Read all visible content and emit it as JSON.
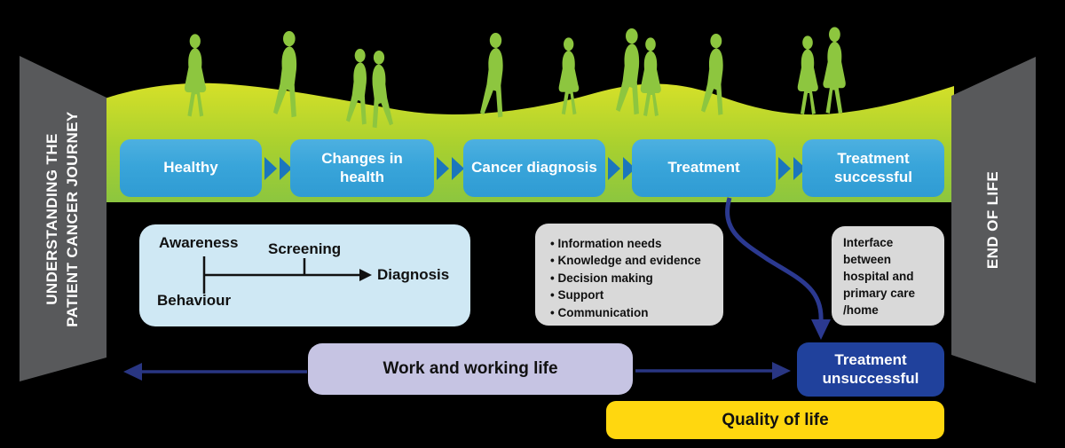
{
  "title": "Understanding the patient cancer journey diagram",
  "left_panel": {
    "line1": "UNDERSTANDING  THE",
    "line2": "PATIENT CANCER JOURNEY"
  },
  "right_panel": {
    "label": "END OF LIFE"
  },
  "stages": [
    {
      "label": "Healthy"
    },
    {
      "label": "Changes in health"
    },
    {
      "label": "Cancer diagnosis"
    },
    {
      "label": "Treatment"
    },
    {
      "label": "Treatment successful"
    }
  ],
  "pathway": {
    "awareness": "Awareness",
    "screening": "Screening",
    "diagnosis": "Diagnosis",
    "behaviour": "Behaviour"
  },
  "needs": {
    "items": [
      "Information needs",
      "Knowledge and evidence",
      "Decision making",
      "Support",
      "Communication"
    ]
  },
  "interface_box": {
    "text": "Interface between hospital and primary care /home"
  },
  "work_box": {
    "label": "Work and working life"
  },
  "treatment_unsuccessful": {
    "label": "Treatment unsuccessful"
  },
  "quality_of_life": {
    "label": "Quality of life"
  },
  "colors": {
    "background": "#000000",
    "panel_gray": "#58595b",
    "stage_blue": "#39a5da",
    "chevron_blue": "#1b76bc",
    "pathway_light_blue": "#cfe8f4",
    "info_gray": "#d9d9d9",
    "work_lavender": "#c6c4e3",
    "unsuccessful_navy": "#20419c",
    "quality_yellow": "#ffd70f",
    "arrow_navy": "#293683",
    "people_green": "#8dc63f",
    "hill_yellow_green": "#d8e128"
  }
}
